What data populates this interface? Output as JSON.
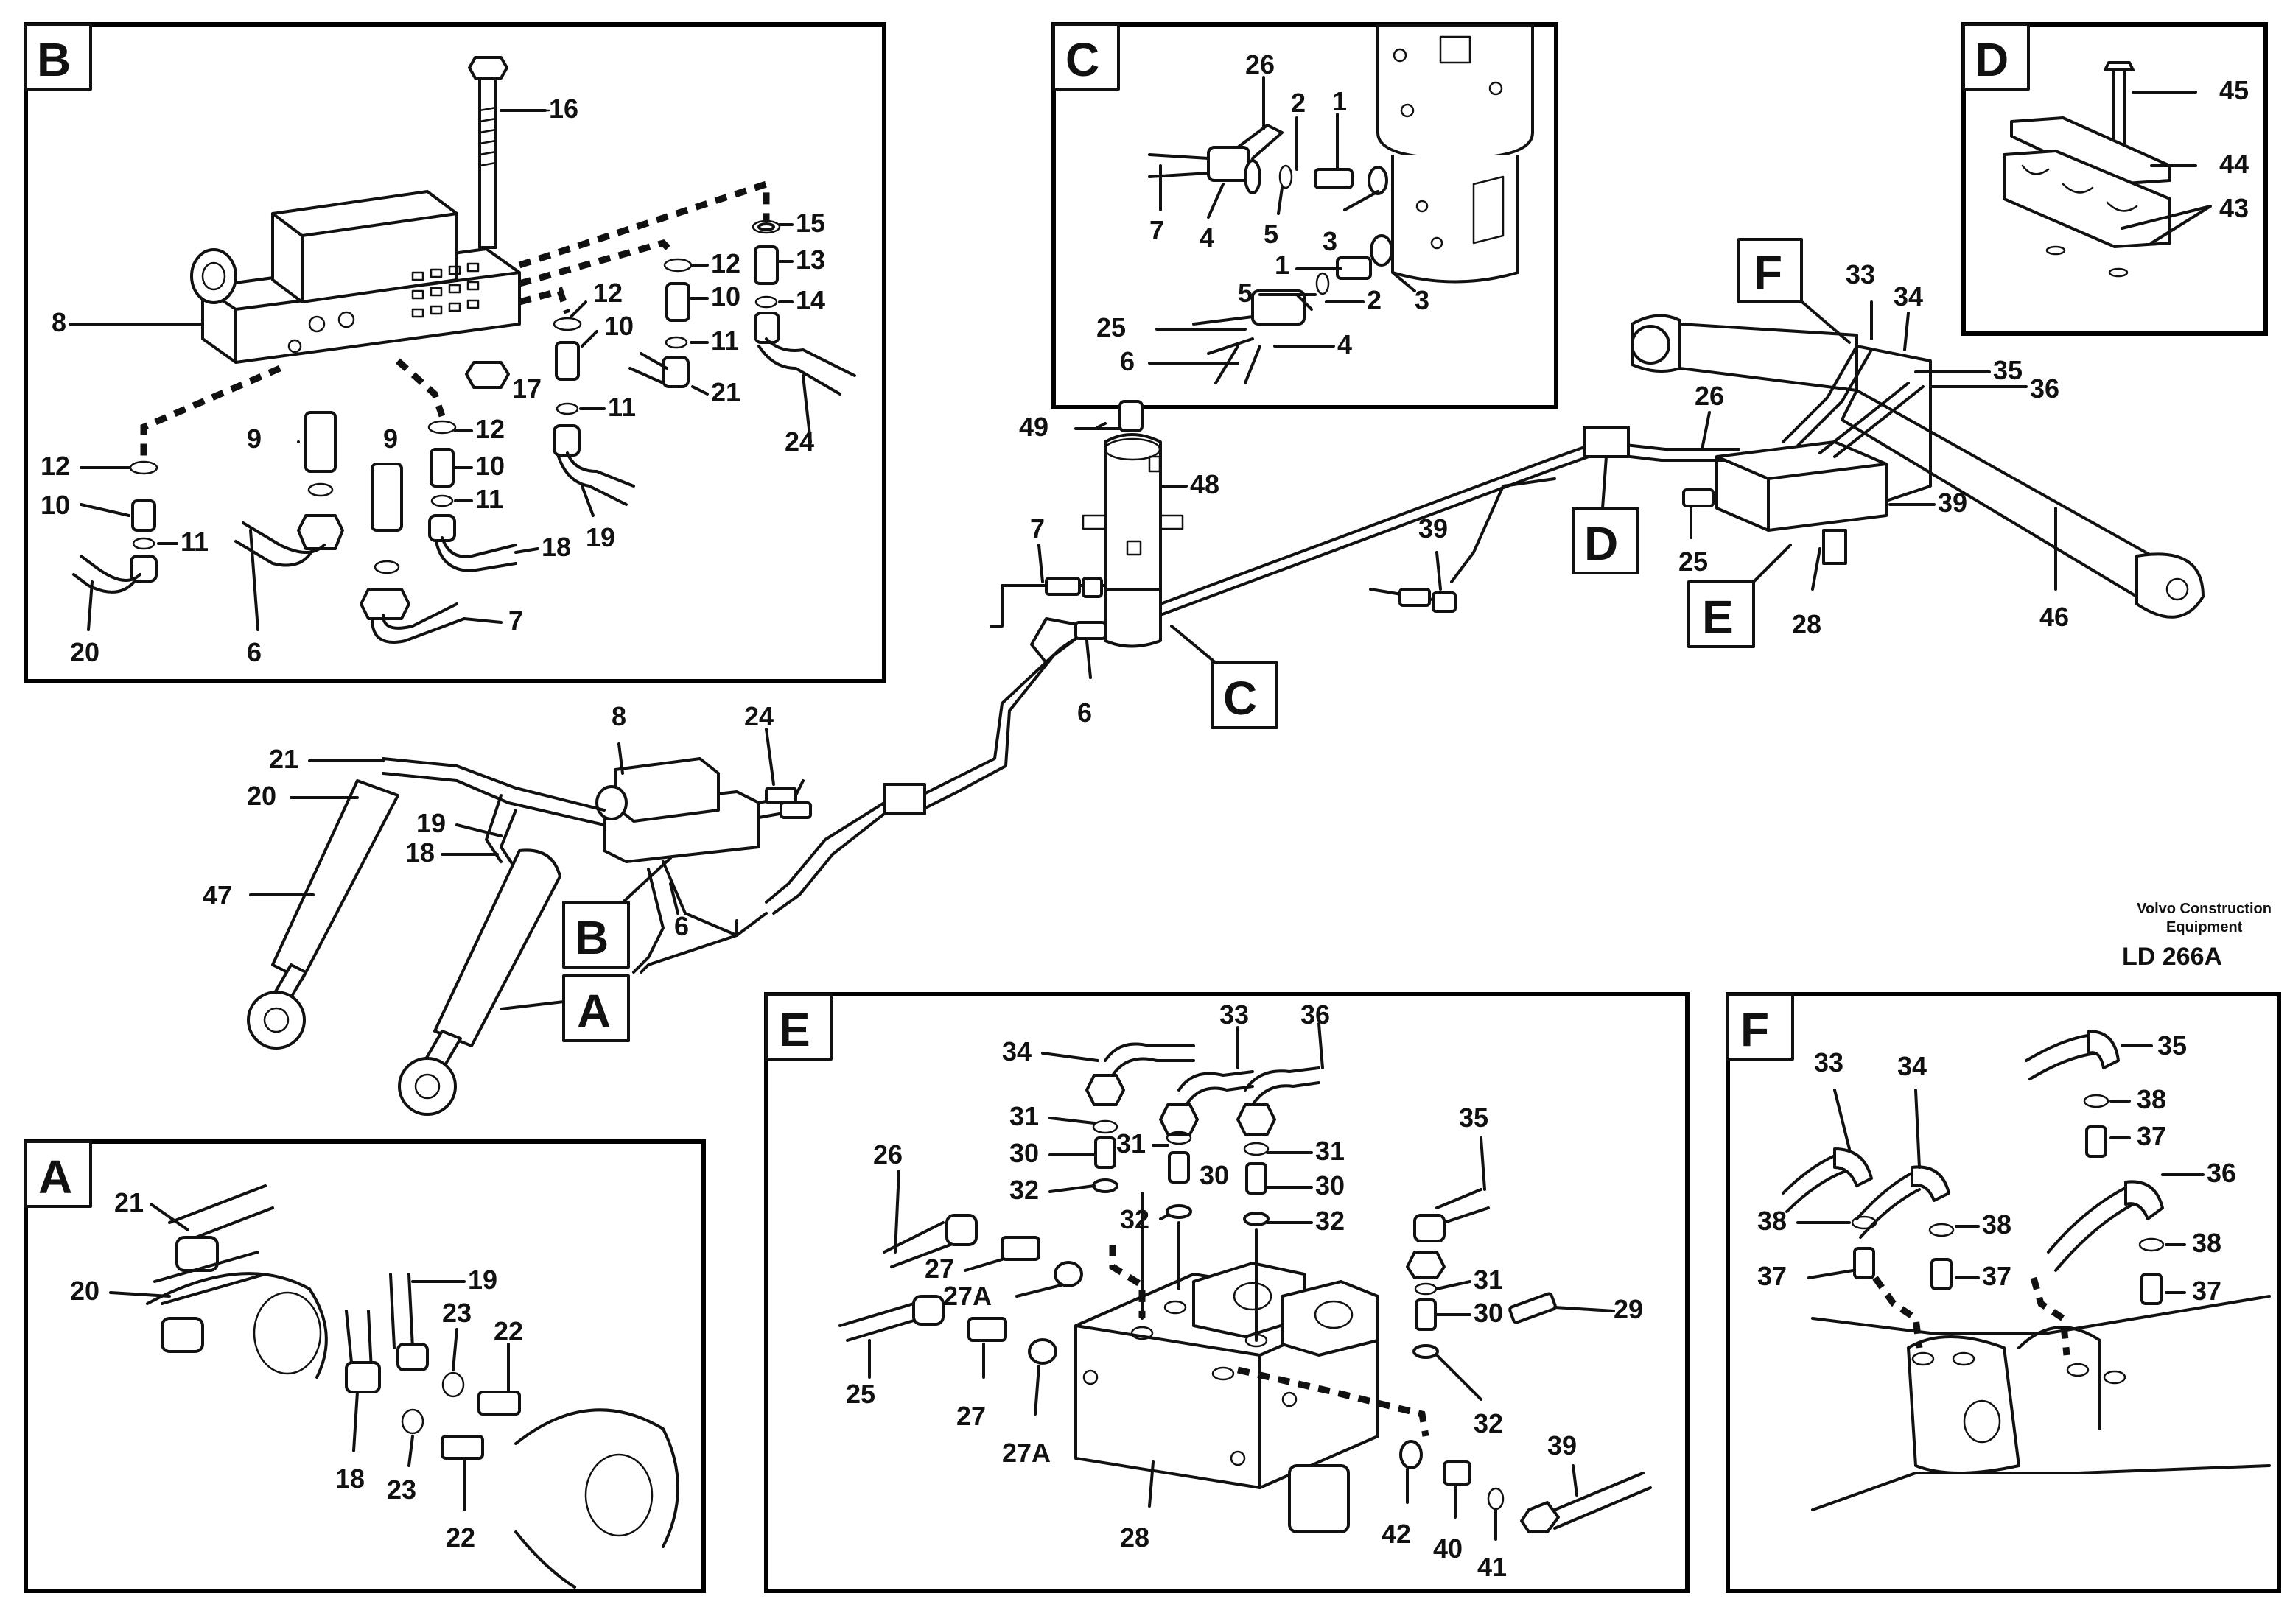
{
  "credit": {
    "line1": "Volvo Construction",
    "line2": "Equipment",
    "ref": "LD 266A"
  },
  "callouts": {
    "A": "A",
    "B": "B",
    "C": "C",
    "D": "D",
    "E": "E",
    "F": "F"
  },
  "labels": {
    "p1": "1",
    "p2": "2",
    "p3": "3",
    "p4": "4",
    "p5": "5",
    "p6": "6",
    "p7": "7",
    "p8": "8",
    "p9": "9",
    "p10": "10",
    "p11": "11",
    "p12": "12",
    "p13": "13",
    "p14": "14",
    "p15": "15",
    "p16": "16",
    "p17": "17",
    "p18": "18",
    "p19": "19",
    "p20": "20",
    "p21": "21",
    "p22": "22",
    "p23": "23",
    "p24": "24",
    "p25": "25",
    "p26": "26",
    "p27": "27",
    "p27A": "27A",
    "p28": "28",
    "p29": "29",
    "p30": "30",
    "p31": "31",
    "p32": "32",
    "p33": "33",
    "p34": "34",
    "p35": "35",
    "p36": "36",
    "p37": "37",
    "p38": "38",
    "p39": "39",
    "p40": "40",
    "p41": "41",
    "p42": "42",
    "p43": "43",
    "p44": "44",
    "p45": "45",
    "p46": "46",
    "p47": "47",
    "p48": "48",
    "p49": "49"
  }
}
